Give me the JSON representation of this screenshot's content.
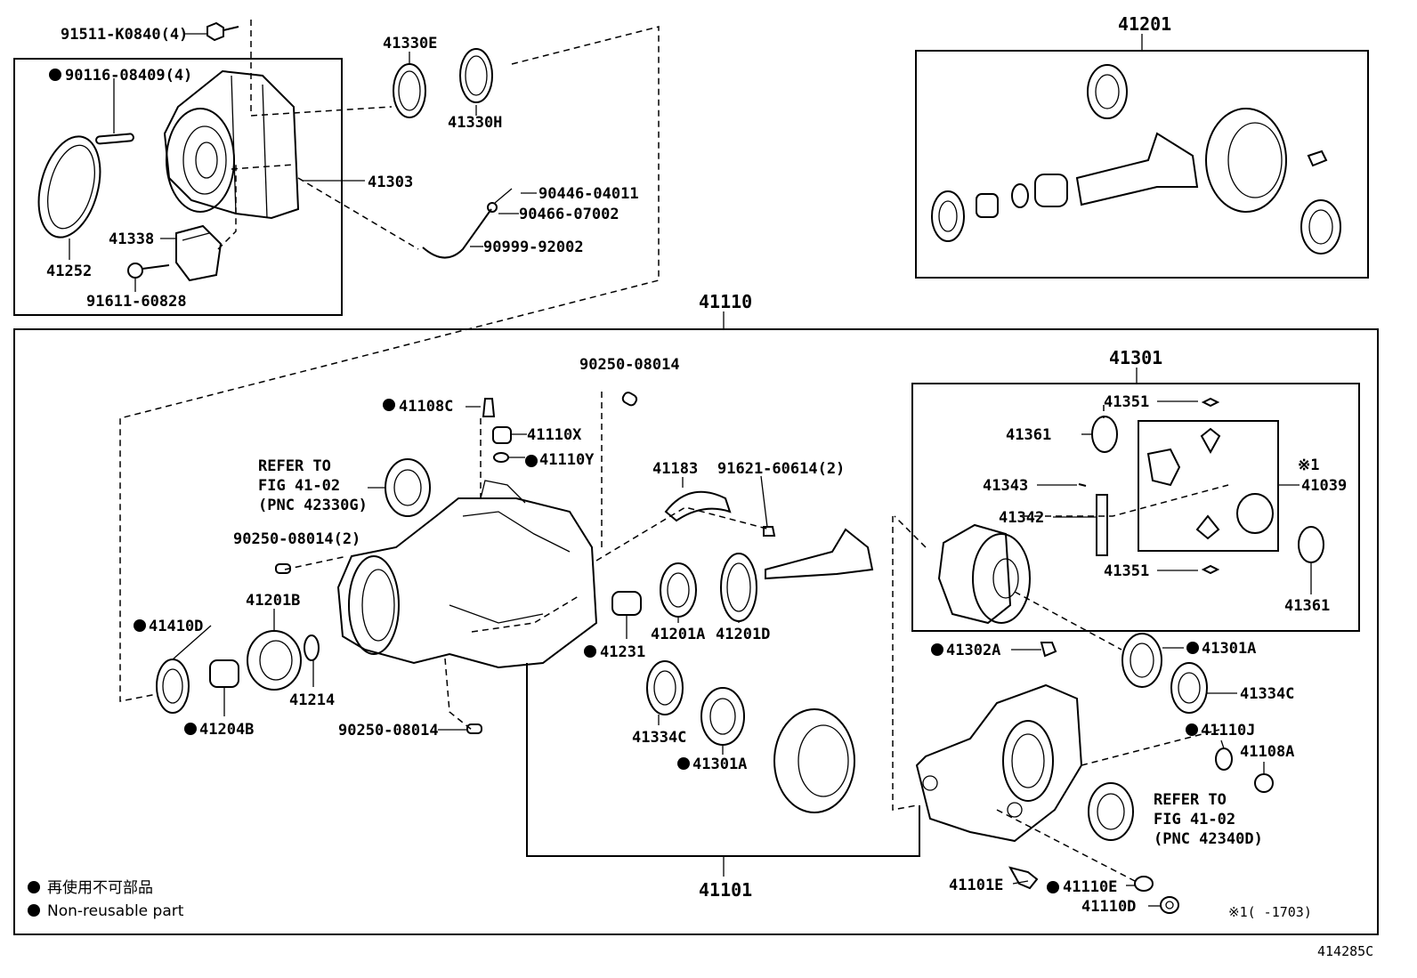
{
  "diagram_id": "414285C",
  "legend": {
    "jp_text": "再使用不可部品",
    "en_text": "Non-reusable part"
  },
  "footnote": "※1(     -1703)",
  "labels": {
    "p91511": "91511-K0840(4)",
    "p90116": "90116-08409(4)",
    "p41330E": "41330E",
    "p41330H": "41330H",
    "p41303": "41303",
    "p90446": "90446-04011",
    "p90466": "90466-07002",
    "p90999": "90999-92002",
    "p41338": "41338",
    "p41252": "41252",
    "p91611": "91611-60828",
    "p41201": "41201",
    "p41110": "41110",
    "p90250a": "90250-08014",
    "p41108C": "41108C",
    "p41110X": "41110X",
    "p41110Y": "41110Y",
    "refer1_l1": "REFER TO",
    "refer1_l2": "FIG 41-02",
    "refer1_l3": "(PNC 42330G)",
    "p90250b": "90250-08014(2)",
    "p41201B": "41201B",
    "p41410D": "41410D",
    "p41214": "41214",
    "p41204B": "41204B",
    "p90250c": "90250-08014",
    "p41183": "41183",
    "p91621": "91621-60614(2)",
    "p41231": "41231",
    "p41201A": "41201A",
    "p41201D": "41201D",
    "p41334C_a": "41334C",
    "p41301A_a": "41301A",
    "p41301": "41301",
    "p41351_a": "41351",
    "p41361_a": "41361",
    "p41343": "41343",
    "p41342": "41342",
    "p41351_b": "41351",
    "p41039": "41039",
    "note1": "※1",
    "p41361_b": "41361",
    "p41302A": "41302A",
    "p41301A_b": "41301A",
    "p41334C_b": "41334C",
    "p41110J": "41110J",
    "p41108A": "41108A",
    "refer2_l1": "REFER TO",
    "refer2_l2": "FIG 41-02",
    "refer2_l3": "(PNC 42340D)",
    "p41101": "41101",
    "p41101E": "41101E",
    "p41110E": "41110E",
    "p41110D": "41110D"
  }
}
